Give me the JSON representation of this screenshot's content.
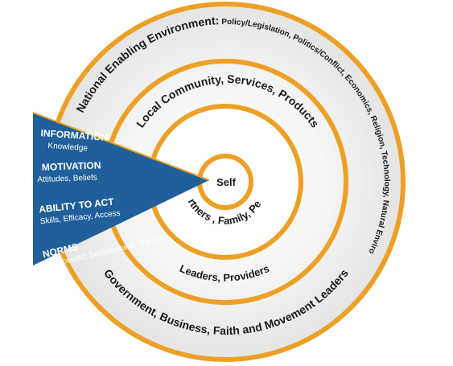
{
  "colors": {
    "ring": "#EDA026",
    "wedge": "#1F5F9A",
    "fill_outer": "#E9E9E7",
    "fill_inner": "#FFFFFF"
  },
  "rings": {
    "self": "Self",
    "partners": "Partners , Family, Peers",
    "community": "Local Community, Services, Products",
    "leaders_providers": "Leaders, Providers",
    "national_bold": "National Enabling Environment:",
    "national_rest": " Policy/Legislation, Politics/Conflict, Economics, Religion, Technology, Natural Environment",
    "government": "Government, Business, Faith and Movement Leaders"
  },
  "wedge": {
    "items": [
      {
        "title": "INFORMATION",
        "subtitle": "Knowledge"
      },
      {
        "title": "MOTIVATION",
        "subtitle": "Attitudes, Beliefs"
      },
      {
        "title": "ABILITY TO ACT",
        "subtitle": "Skills, Efficacy, Access"
      },
      {
        "title": "NORMS",
        "subtitle": "Perceived, Sociocultural, Gender"
      }
    ]
  }
}
